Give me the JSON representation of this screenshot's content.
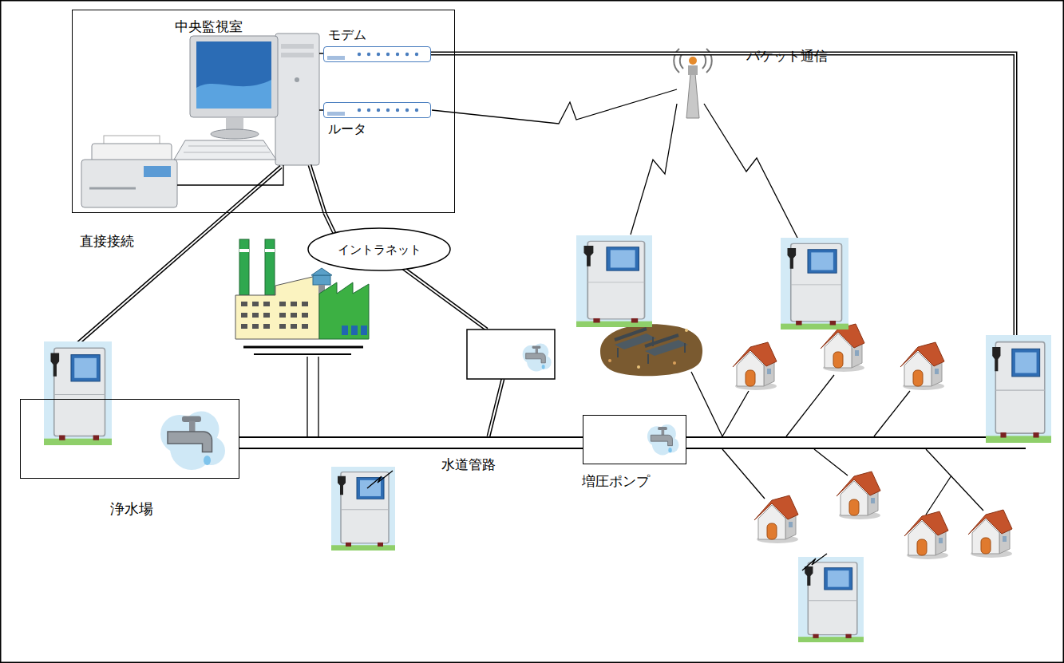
{
  "diagram": {
    "nodes": [
      {
        "text": [
          "中央監視室"
        ]
      },
      {
        "text": [
          "モデム"
        ],
        "in": 0
      },
      {
        "text": [
          "ルータ"
        ],
        "in": 0
      },
      {
        "text": [
          "イントラネット"
        ]
      },
      {
        "text": [
          "浄水場"
        ]
      },
      {
        "text": [
          "増圧ポンプ"
        ]
      }
    ],
    "edges": [
      {
        "from": 0,
        "to": 3,
        "arrow": "none"
      },
      {
        "from": 4,
        "to": 5,
        "arrow": "none"
      }
    ],
    "labels": [
      "直接接続",
      "水道管路",
      "パケット通信"
    ]
  }
}
